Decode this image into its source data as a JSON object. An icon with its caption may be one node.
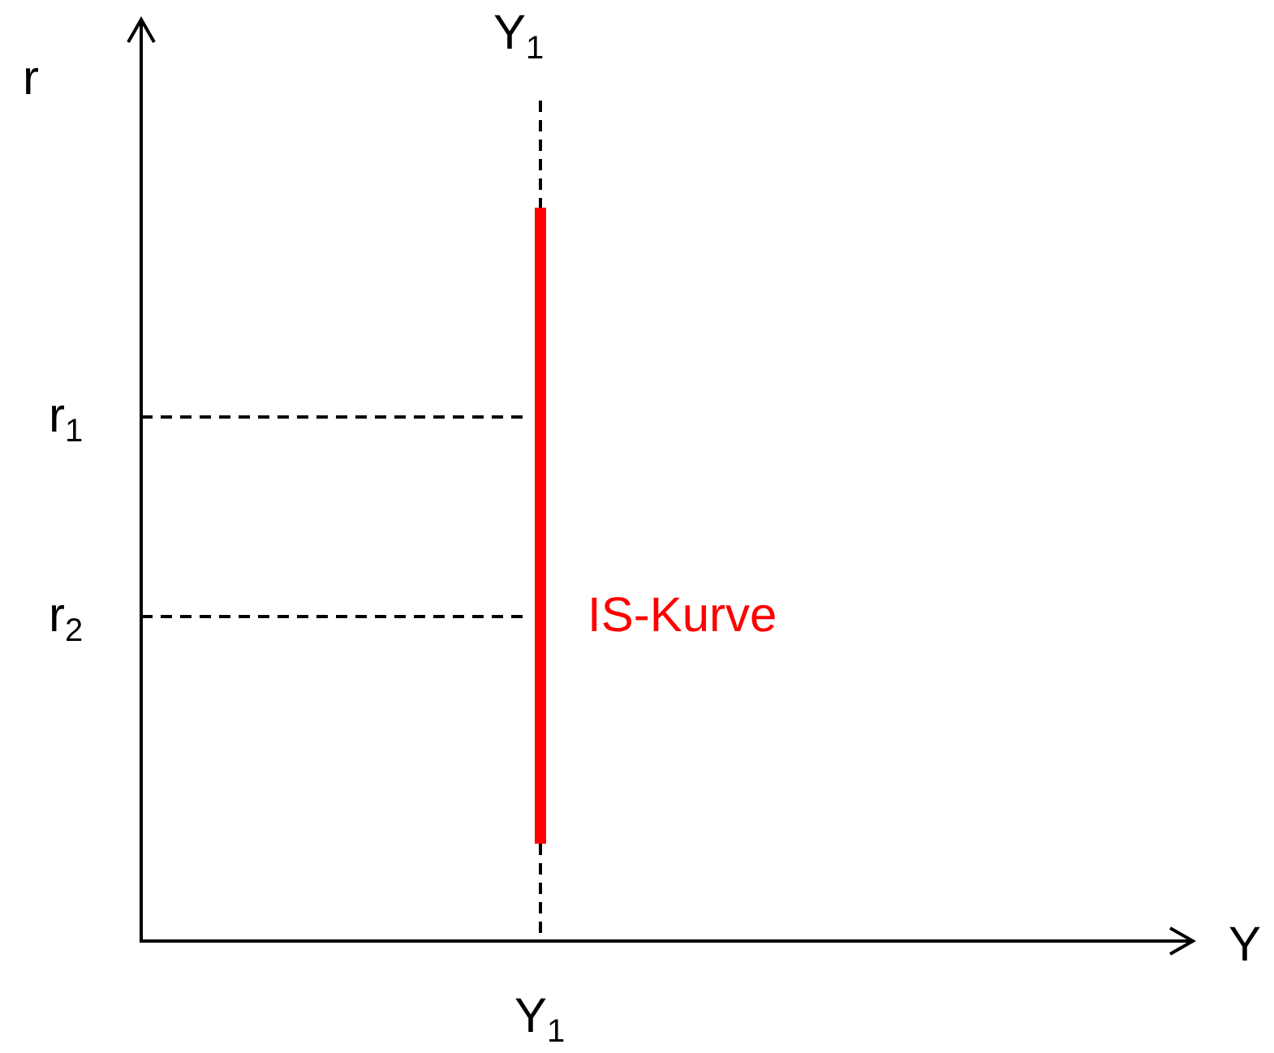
{
  "diagram": {
    "labels": [
      "Y$_{1}$",
      "r",
      "r$_{1}$",
      "r$_{2}$",
      "IS-Kurve",
      "Y",
      "Y$_{1}$"
    ]
  }
}
